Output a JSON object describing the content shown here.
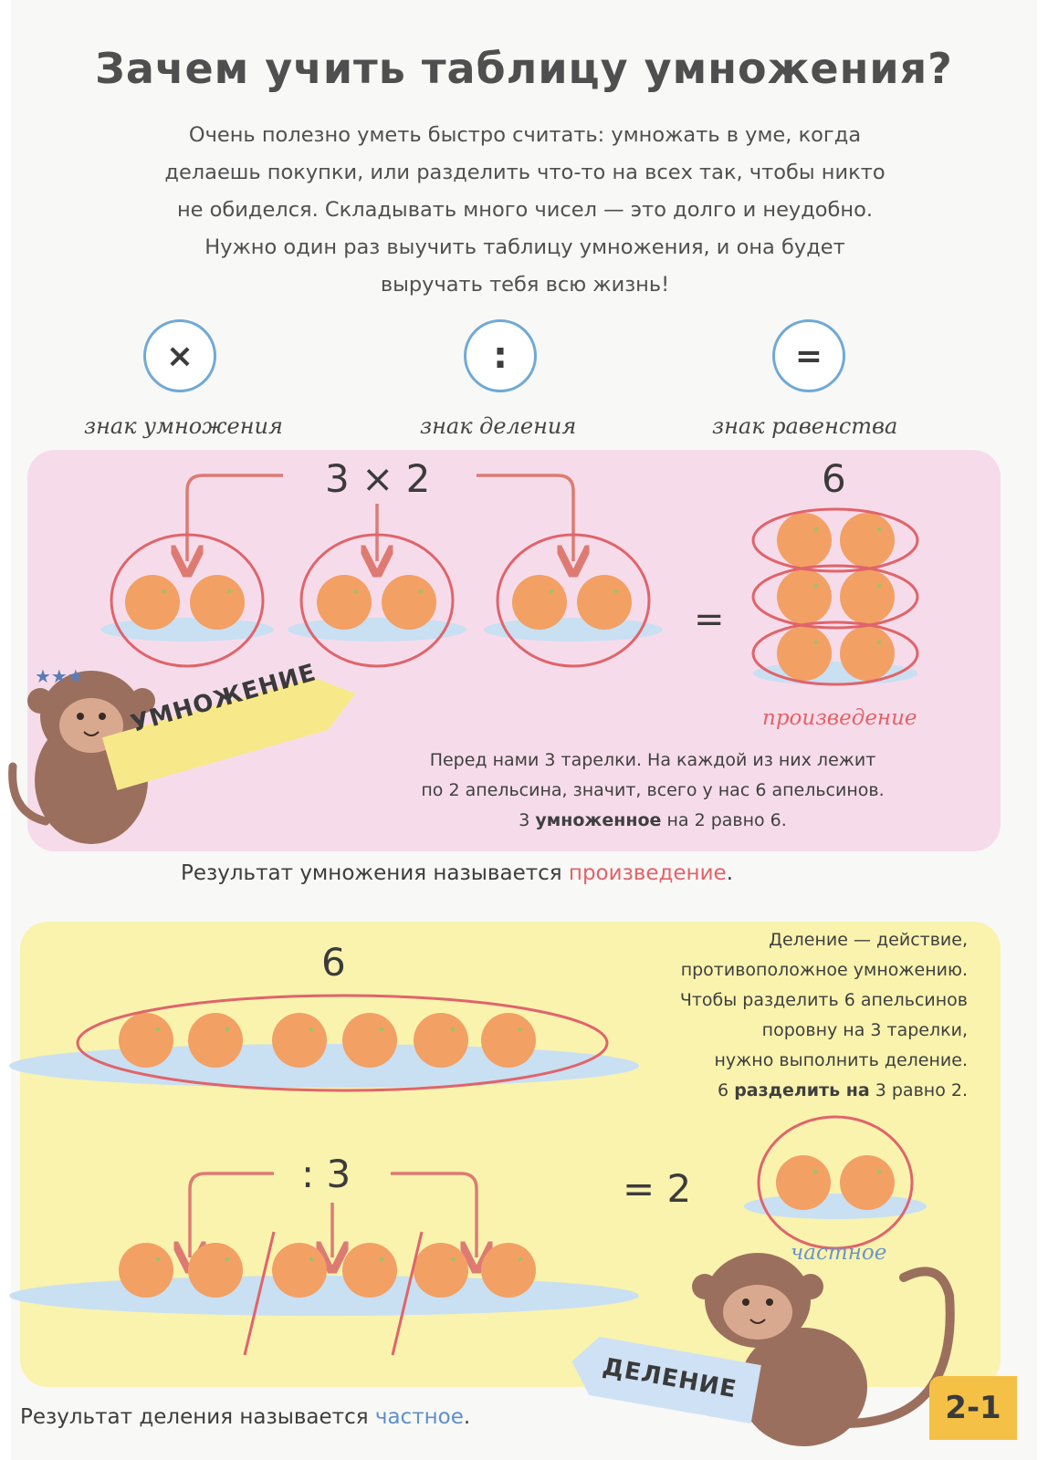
{
  "title": "Зачем учить таблицу умножения?",
  "intro": [
    "Очень полезно уметь быстро считать: умножать в уме, когда",
    "делаешь покупки, или разделить что-то на всех так, чтобы никто",
    "не обиделся. Складывать много чисел — это долго и неудобно.",
    "Нужно один раз выучить таблицу умножения, и она будет",
    "выручать тебя всю жизнь!"
  ],
  "signs": [
    {
      "symbol": "×",
      "label": "знак умножения",
      "icon": "multiplication-sign-icon"
    },
    {
      "symbol": ":",
      "label": "знак деления",
      "icon": "division-sign-icon"
    },
    {
      "symbol": "=",
      "label": "знак равенства",
      "icon": "equals-sign-icon"
    }
  ],
  "multiplication": {
    "expression": "3 × 2",
    "result": "6",
    "equals": "=",
    "plates": 3,
    "oranges_per_plate": 2,
    "tag": "УМНОЖЕНИЕ",
    "result_caption": "произведение",
    "explanation": {
      "line1": "Перед нами 3 тарелки. На каждой из них лежит",
      "line2": "по 2 апельсина, значит, всего у нас 6 апельсинов.",
      "line3_prefix": "3 ",
      "line3_bold": "умноженное",
      "line3_suffix": " на 2 равно 6."
    },
    "result_sentence": {
      "prefix": "Результат умножения называется ",
      "term": "произведение",
      "suffix": "."
    }
  },
  "division": {
    "total": "6",
    "operator": ": 3",
    "result": "= 2",
    "oranges_total": 6,
    "tag": "ДЕЛЕНИЕ",
    "result_caption": "частное",
    "explanation": {
      "line1": "Деление — действие,",
      "line2": "противоположное умножению.",
      "line3": "Чтобы разделить 6 апельсинов",
      "line4": "поровну на 3 тарелки,",
      "line5": "нужно выполнить деление.",
      "line6_prefix": "6 ",
      "line6_bold": "разделить на",
      "line6_suffix": " 3 равно 2."
    },
    "result_sentence": {
      "prefix": "Результат деления называется ",
      "term": "частное",
      "suffix": "."
    }
  },
  "page_number": "2-1",
  "colors": {
    "orange": "#f2a064",
    "orange_dot": "#9cc26a",
    "plate": "#c9dff2",
    "arrow": "#dd7b73",
    "ring": "#e0646b",
    "pink_panel": "#f6dcea",
    "yellow_panel": "#f9f3ae",
    "monkey": "#9b6f5e",
    "tag_yellow": "#f7e98a",
    "tag_blue": "#cfe1f4"
  }
}
